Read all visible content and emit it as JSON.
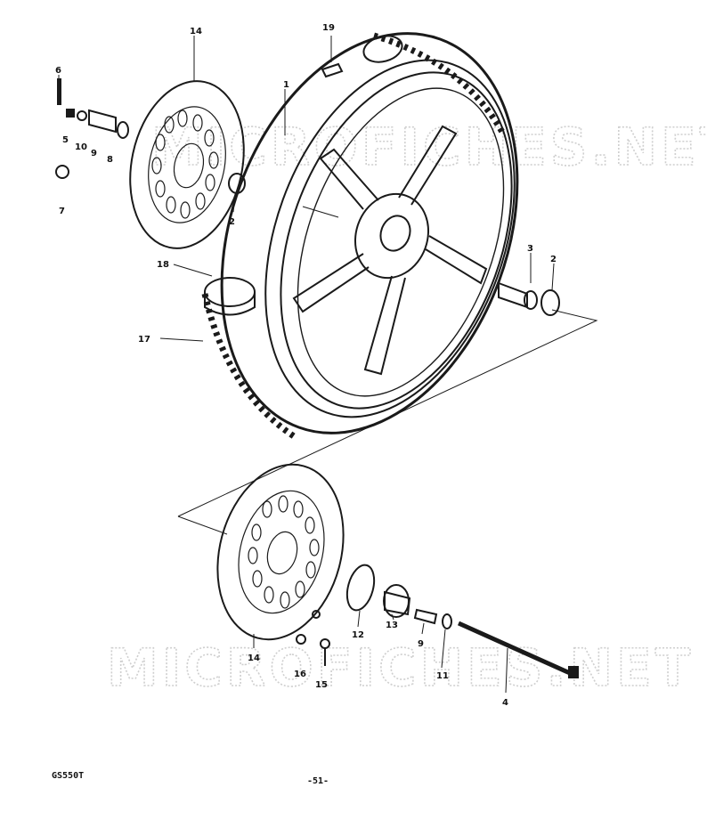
{
  "watermark": {
    "top": "MICROFICHES.NET",
    "bottom": "MICROFICHES.NET"
  },
  "callouts": {
    "c1": "1",
    "c2a": "2",
    "c2b": "2",
    "c3": "3",
    "c4": "4",
    "c5": "5",
    "c6": "6",
    "c7": "7",
    "c8": "8",
    "c9a": "9",
    "c9b": "9",
    "c10": "10",
    "c11": "11",
    "c12": "12",
    "c13": "13",
    "c14a": "14",
    "c14b": "14",
    "c15": "15",
    "c16": "16",
    "c17": "17",
    "c18": "18",
    "c19": "19"
  },
  "footer": {
    "model": "GS550T",
    "page": "-51-"
  },
  "colors": {
    "ink": "#1a1a1a",
    "watermark": "#cfcfcf",
    "background": "#ffffff"
  }
}
